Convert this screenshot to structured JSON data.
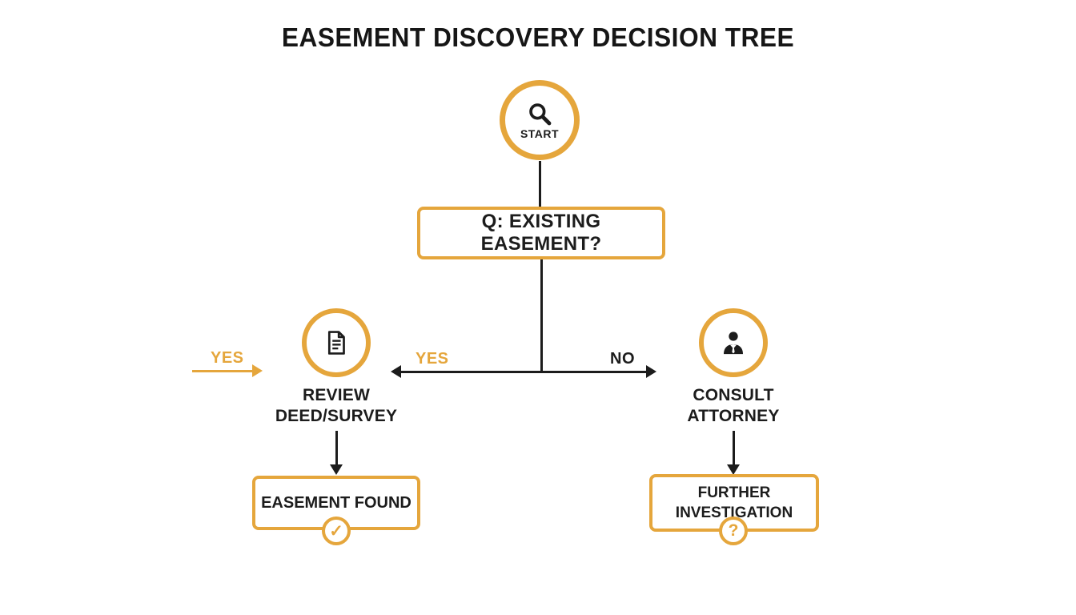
{
  "title": "EASEMENT DISCOVERY DECISION TREE",
  "colors": {
    "accent": "#E5A63C",
    "line": "#1c1c1c",
    "text": "#1c1c1c",
    "background": "#ffffff"
  },
  "diagram": {
    "type": "decision-tree",
    "start": {
      "label": "START",
      "icon": "magnifier-icon"
    },
    "question": {
      "label": "Q: EXISTING EASEMENT?"
    },
    "edges": {
      "yes_label": "YES",
      "no_label": "NO",
      "stray_yes_label": "YES"
    },
    "left_branch": {
      "icon": "document-icon",
      "label_line1": "REVIEW",
      "label_line2": "DEED/SURVEY",
      "result": "EASEMENT FOUND",
      "badge": "✓"
    },
    "right_branch": {
      "icon": "person-icon",
      "label_line1": "CONSULT",
      "label_line2": "ATTORNEY",
      "result_line1": "FURTHER",
      "result_line2": "INVESTIGATION",
      "badge": "?"
    }
  }
}
